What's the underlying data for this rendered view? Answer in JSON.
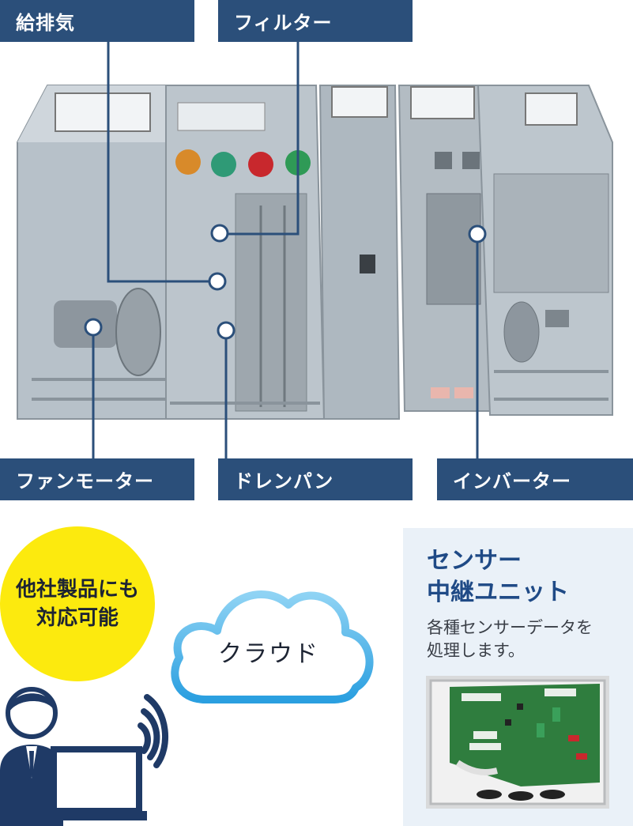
{
  "machine_labels": {
    "exhaust": "給排気",
    "filter": "フィルター",
    "fan_motor": "ファンモーター",
    "drain_pan": "ドレンパン",
    "inverter": "インバーター"
  },
  "badge": {
    "line1": "他社製品にも",
    "line2": "対応可能"
  },
  "cloud": {
    "label": "クラウド"
  },
  "sensor_panel": {
    "title_line1": "センサー",
    "title_line2": "中継ユニット",
    "desc_line1": "各種センサーデータを",
    "desc_line2": "処理します。"
  },
  "colors": {
    "label_bg": "#2b4f7a",
    "badge": "#fcea0e",
    "cloud_stroke": "#4fb3ea",
    "panel_bg": "#eaf1f8",
    "title": "#1f4a86",
    "person": "#1f3a66"
  }
}
